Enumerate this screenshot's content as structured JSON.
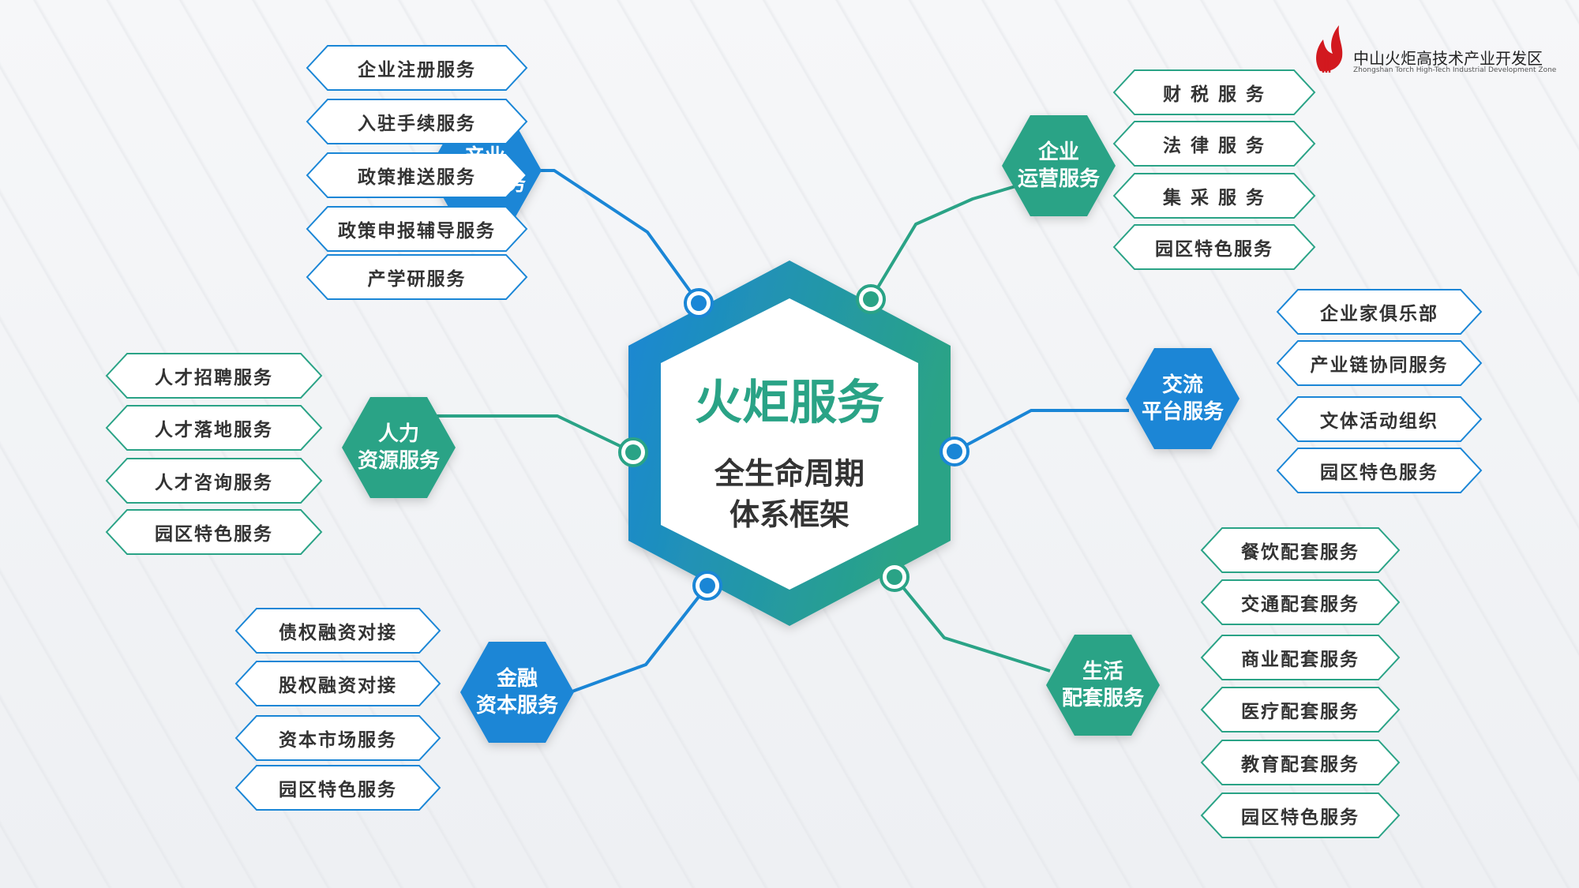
{
  "logo": {
    "name_cn": "中山火炬高技术产业开发区",
    "name_en": "Zhongshan Torch High-Tech Industrial Development Zone"
  },
  "colors": {
    "blue": "#1a86d6",
    "green": "#2aa386",
    "text": "#333333",
    "accent_red": "#d2191f"
  },
  "center": {
    "title": "火炬服务",
    "subtitle_line1": "全生命周期",
    "subtitle_line2": "体系框架"
  },
  "categories": [
    {
      "id": "industry",
      "color": "blue",
      "line1": "产业",
      "line2": "促进服务",
      "items": [
        "企业注册服务",
        "入驻手续服务",
        "政策推送服务",
        "政策申报辅导服务",
        "产学研服务"
      ]
    },
    {
      "id": "operation",
      "color": "green",
      "line1": "企业",
      "line2": "运营服务",
      "items": [
        "财 税 服 务",
        "法 律 服 务",
        "集 采 服 务",
        "园区特色服务"
      ]
    },
    {
      "id": "platform",
      "color": "blue",
      "line1": "交流",
      "line2": "平台服务",
      "items": [
        "企业家俱乐部",
        "产业链协同服务",
        "文体活动组织",
        "园区特色服务"
      ]
    },
    {
      "id": "life",
      "color": "green",
      "line1": "生活",
      "line2": "配套服务",
      "items": [
        "餐饮配套服务",
        "交通配套服务",
        "商业配套服务",
        "医疗配套服务",
        "教育配套服务",
        "园区特色服务"
      ]
    },
    {
      "id": "finance",
      "color": "blue",
      "line1": "金融",
      "line2": "资本服务",
      "items": [
        "债权融资对接",
        "股权融资对接",
        "资本市场服务",
        "园区特色服务"
      ]
    },
    {
      "id": "talent",
      "color": "green",
      "line1": "人力",
      "line2": "资源服务",
      "items": [
        "人才招聘服务",
        "人才落地服务",
        "人才咨询服务",
        "园区特色服务"
      ]
    }
  ]
}
